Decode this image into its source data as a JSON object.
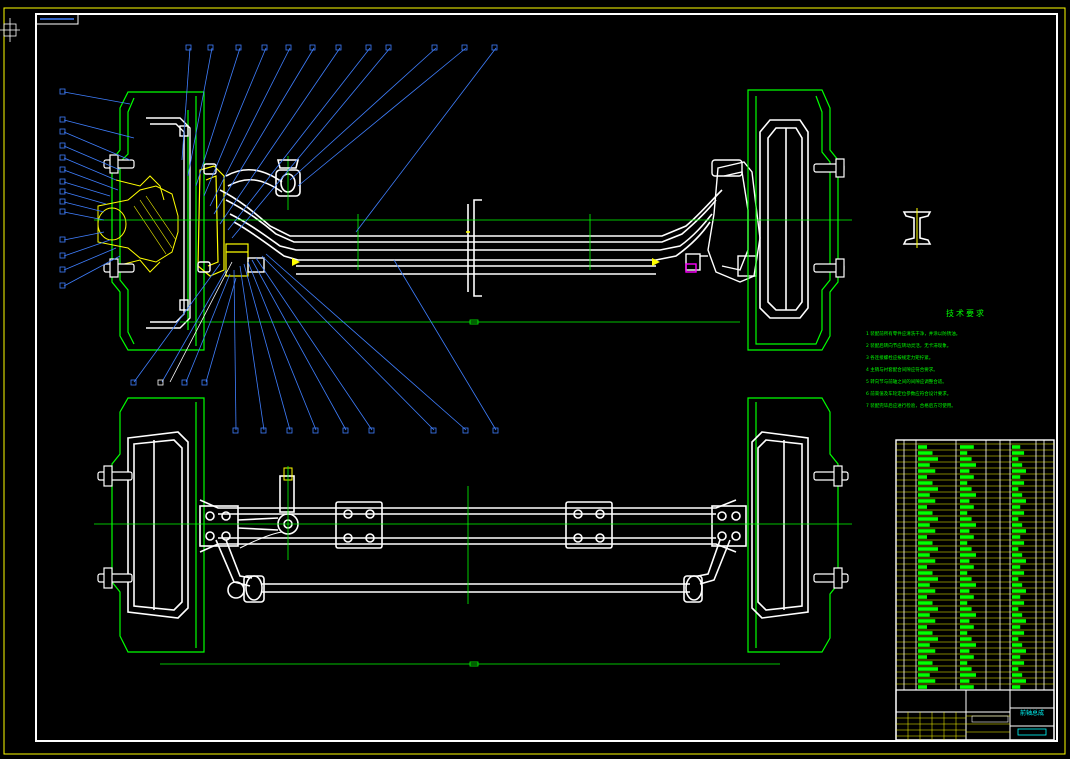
{
  "drawing": {
    "technical_requirements_title": "技术要求",
    "technical_requirements": [
      "1  装配前所有零件应清洗干净，并涂以防锈油。",
      "2  装配后转向节应转动灵活，无卡滞现象。",
      "3  各连接螺栓应按规定力矩拧紧。",
      "4  主销与衬套配合间隙应符合要求。",
      "5  转向节与前轴之间的间隙应调整合适。",
      "6  前束值及车轮定位参数应符合设计要求。",
      "7  装配完毕后应进行检验，合格后方可使用。"
    ],
    "title_block_name": "前轴总成"
  },
  "colors": {
    "background": "#000000",
    "outline": "#ffffff",
    "frame": "#ffff00",
    "centerline": "#00ff00",
    "leader": "#3f7fff",
    "hatch": "#ffff00",
    "balloon": "#3f7fff",
    "part_accent": "#ff00ff",
    "cyan": "#00ffff"
  }
}
